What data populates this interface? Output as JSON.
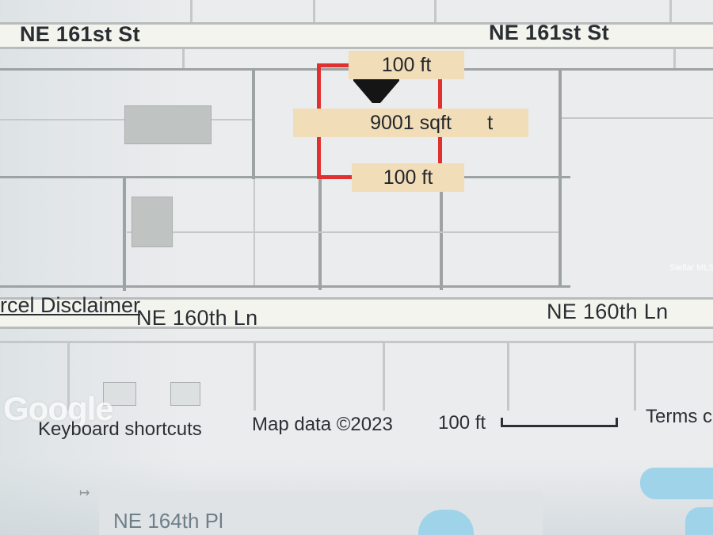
{
  "map": {
    "roads": {
      "top_left": "NE 161st St",
      "top_right": "NE 161st St",
      "middle_left": "NE 160th Ln",
      "middle_right": "NE 160th Ln",
      "lower": "NE 164th Pl"
    },
    "parcel": {
      "top_measurement": "100 ft",
      "area": "9001 sqft",
      "area_suffix": "t",
      "bottom_measurement": "100 ft",
      "outline_color": "#e03030"
    },
    "disclaimer_link": "rcel Disclaimer",
    "watermark": "Stellar MLS",
    "brand_watermark": "Google"
  },
  "footer": {
    "keyboard_shortcuts": "Keyboard shortcuts",
    "map_data": "Map data ©2023",
    "scale_label": "100 ft",
    "terms": "Terms c"
  },
  "colors": {
    "water": "#9ed3ea",
    "label_bg": "#f1ddb8"
  }
}
